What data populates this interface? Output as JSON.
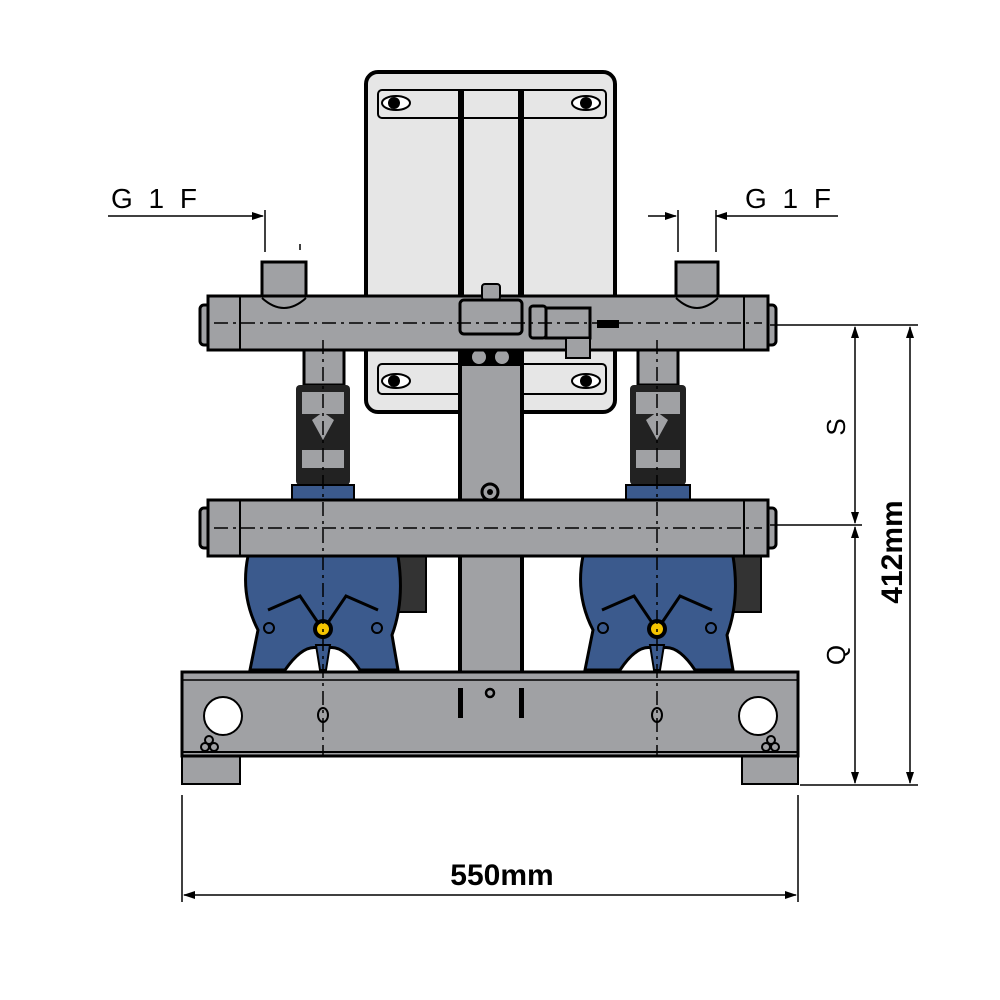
{
  "title": "Booster set front view dimensional drawing",
  "dimensions": {
    "width_label": "550mm",
    "height_label": "412mm",
    "suction_label": "S",
    "discharge_label": "Q",
    "connection_left_label": "G 1 F",
    "connection_right_label": "G 1 F"
  },
  "colors": {
    "steel": "#a0a1a4",
    "panel": "#e6e6e6",
    "pump": "#3b5a8d",
    "motor": "#333333",
    "indicator": "#f5c400",
    "line": "#000000"
  }
}
